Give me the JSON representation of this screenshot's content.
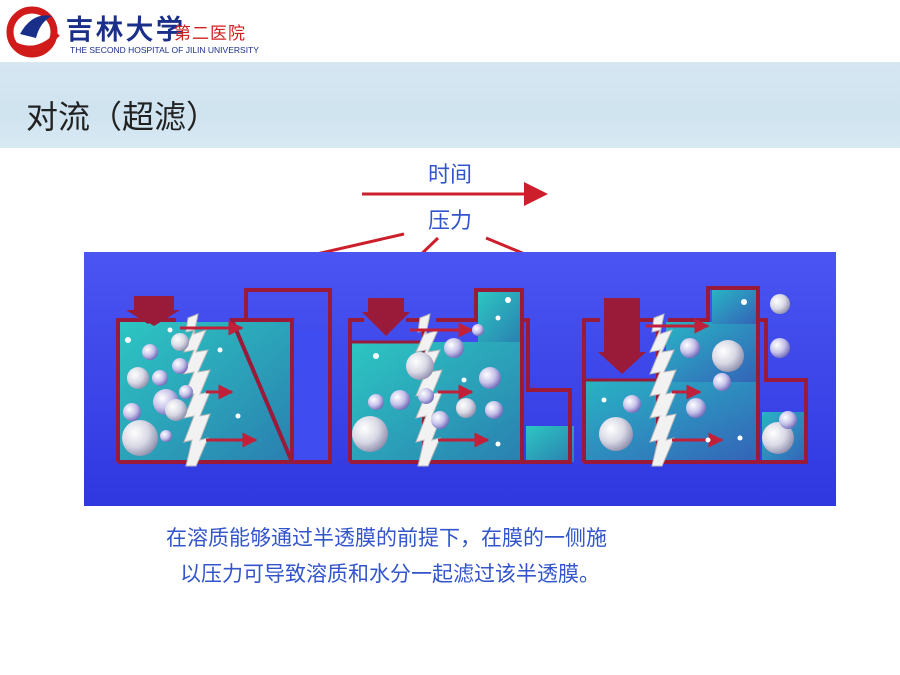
{
  "header": {
    "logo_cn": "吉林大学",
    "logo_cn2": "第二医院",
    "logo_en": "THE SECOND HOSPITAL OF JILIN UNIVERSITY"
  },
  "title": "对流（超滤）",
  "diagram": {
    "time_label": "时间",
    "pressure_label": "压力"
  },
  "caption": {
    "line1": "在溶质能够通过半透膜的前提下，在膜的一侧施",
    "line2": "以压力可导致溶质和水分一起滤过该半透膜。"
  },
  "colors": {
    "wall": "#9a1a3a",
    "arrow": "#cc1f2b",
    "panel_blue": "#3f4cf0",
    "fluid": "#2a9fb8",
    "title_band": "#d2e5f1",
    "caption": "#3355cc"
  }
}
